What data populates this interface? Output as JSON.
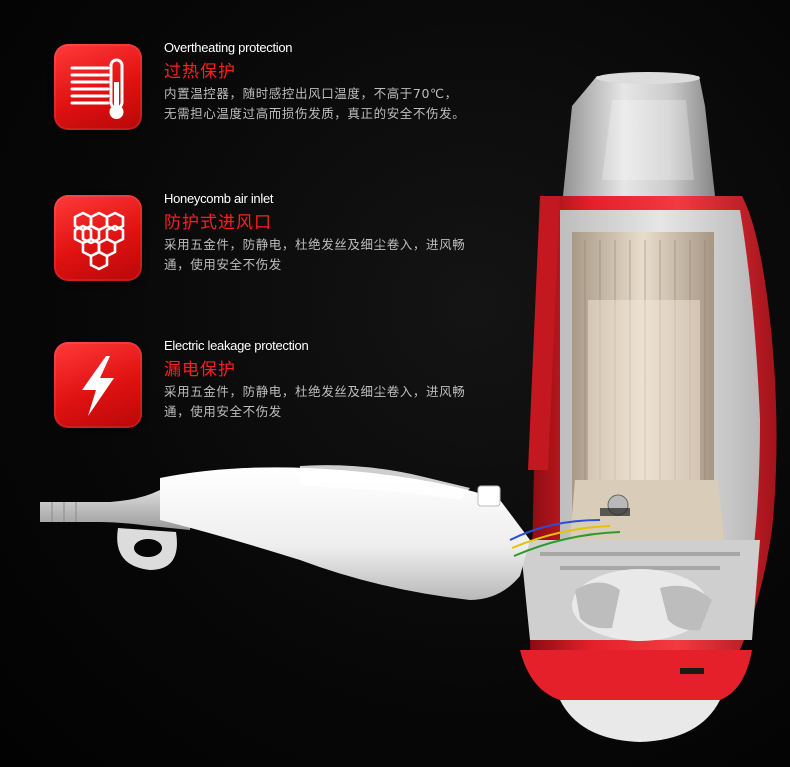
{
  "features": [
    {
      "icon": "thermometer-heat-icon",
      "title_en": "Overtheating protection",
      "title_cn": "过热保护",
      "desc_line1": "内置温控器，随时感控出风口温度，不高于70℃，",
      "desc_line2": "无需担心温度过高而损伤发质，真正的安全不伤发。"
    },
    {
      "icon": "honeycomb-icon",
      "title_en": "Honeycomb air inlet",
      "title_cn": "防护式进风口",
      "desc_line1": "采用五金件，防静电，杜绝发丝及细尘卷入，进风畅",
      "desc_line2": "通，使用安全不伤发"
    },
    {
      "icon": "lightning-icon",
      "title_en": "Electric leakage protection",
      "title_cn": "漏电保护",
      "desc_line1": "采用五金件，防静电，杜绝发丝及细尘卷入，进风畅",
      "desc_line2": "通，使用安全不伤发"
    }
  ],
  "colors": {
    "accent": "#e01111",
    "title_red": "#ff1e1e",
    "dryer_red": "#e5202a",
    "text_gray": "#bdbdbd"
  }
}
